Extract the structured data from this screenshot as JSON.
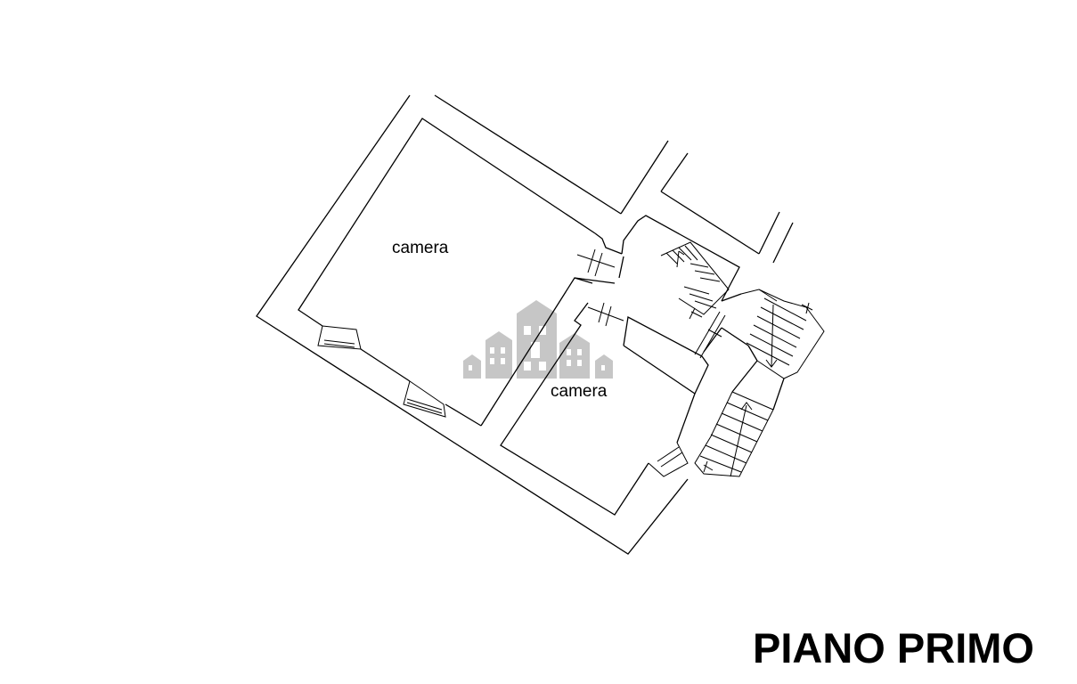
{
  "rooms": {
    "room_1": "camera",
    "room_2": "camera"
  },
  "floor_title": "PIANO PRIMO",
  "colors": {
    "lines": "#000000",
    "background": "#ffffff",
    "watermark": "#b4b4b4"
  },
  "watermark": {
    "icon": "houses-logo-icon"
  }
}
